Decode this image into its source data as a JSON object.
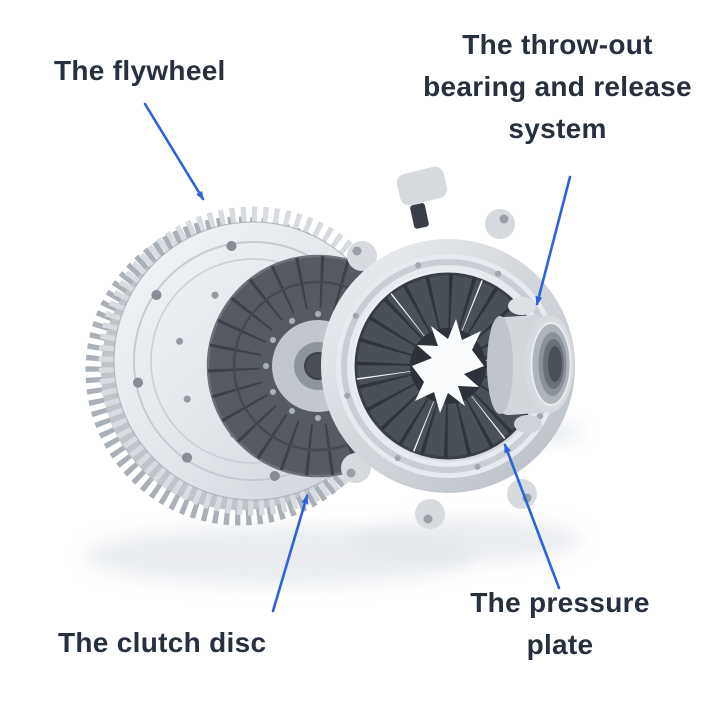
{
  "diagram": {
    "subject": "exploded-clutch-assembly",
    "labels": {
      "flywheel": {
        "text": "The flywheel"
      },
      "throw_out_bearing": {
        "text": "The throw-out\nbearing and release\nsystem"
      },
      "clutch_disc": {
        "text": "The clutch disc"
      },
      "pressure_plate": {
        "text": "The pressure\nplate"
      }
    },
    "parts": [
      {
        "id": "flywheel",
        "label": "The flywheel"
      },
      {
        "id": "clutch-disc",
        "label": "The clutch disc"
      },
      {
        "id": "pressure-plate",
        "label": "The pressure plate"
      },
      {
        "id": "throw-out-bearing",
        "label": "The throw-out bearing and release system"
      }
    ],
    "colors": {
      "background": "#ffffff",
      "arrow_blue": "#2b63dd",
      "label_text": "#27303e",
      "metal_light": "#e7eaee",
      "metal_mid": "#c9ced4",
      "metal_dark": "#aeb4bc",
      "friction_pad_dark": "#50555d",
      "diaphragm_dark": "#3a3f47"
    }
  }
}
